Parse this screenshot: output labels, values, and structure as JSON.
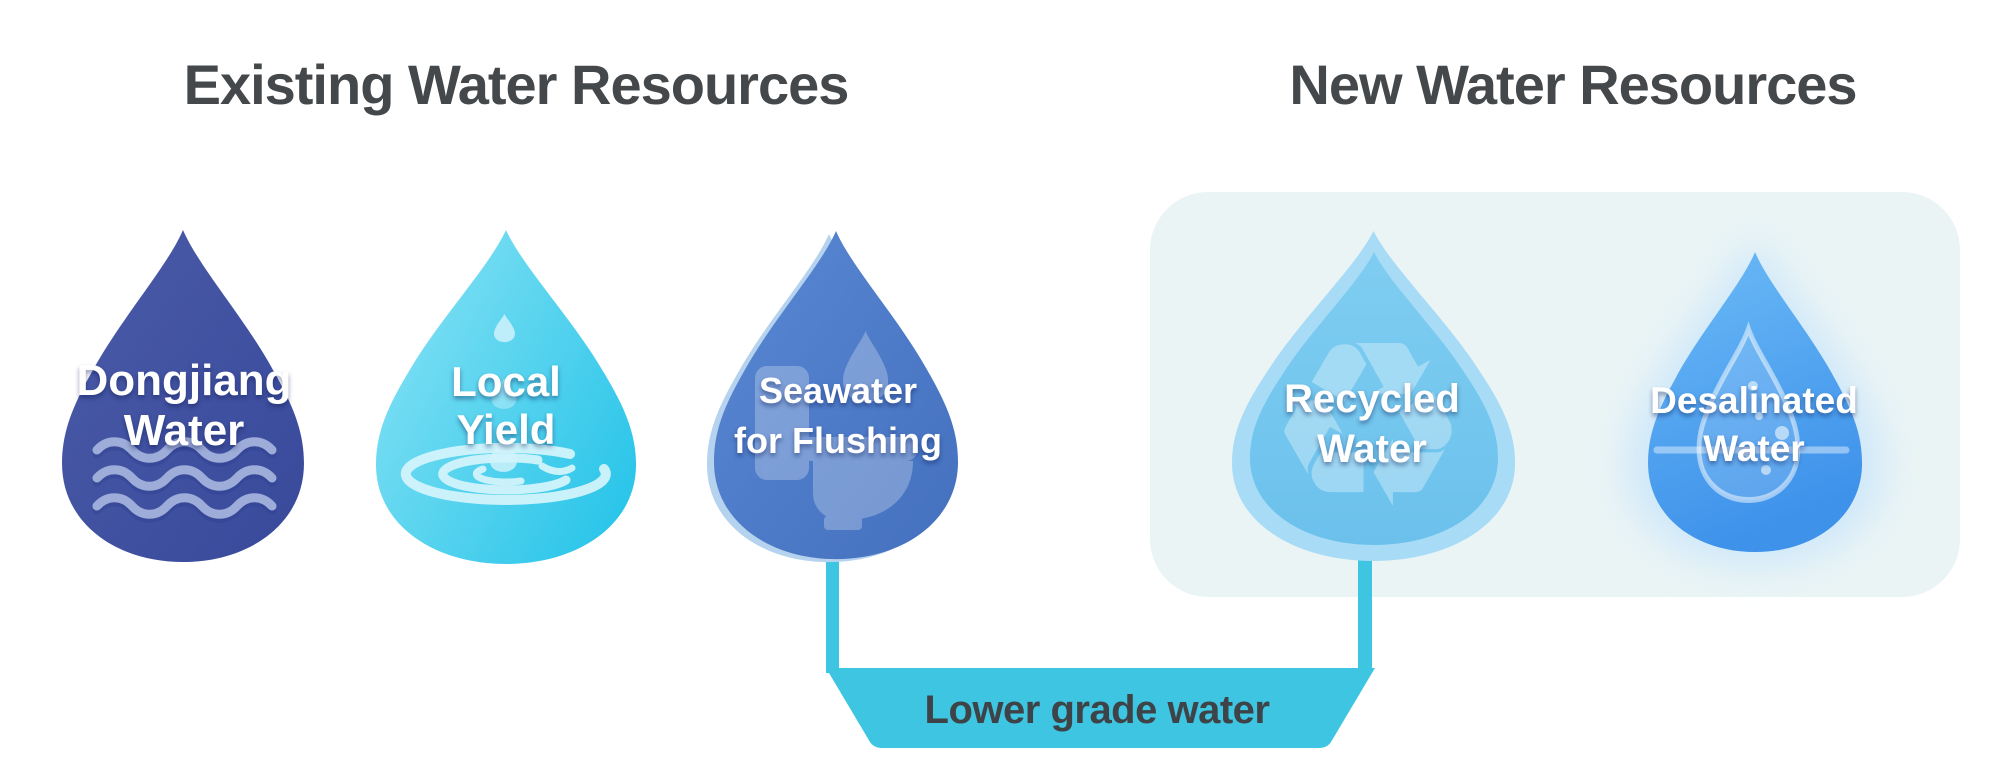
{
  "titles": {
    "existing": "Existing Water Resources",
    "new": "New Water Resources"
  },
  "droplets": [
    {
      "name": "dongjiang-water",
      "line1": "Dongjiang",
      "line2": "Water",
      "icon": "waves-icon",
      "color": "#3E4F9F"
    },
    {
      "name": "local-yield",
      "line1": "Local",
      "line2": "Yield",
      "icon": "ripple-drop-icon",
      "color": "#3FCDEB"
    },
    {
      "name": "seawater-for-flushing",
      "line1": "Seawater",
      "line2": "for Flushing",
      "icon": "toilet-icon",
      "color": "#4C7CCA"
    },
    {
      "name": "recycled-water",
      "line1": "Recycled",
      "line2": "Water",
      "icon": "recycle-icon",
      "color": "#74C7EE"
    },
    {
      "name": "desalinated-water",
      "line1": "Desalinated",
      "line2": "Water",
      "icon": "desalination-drop-icon",
      "color": "#4BA0EE"
    }
  ],
  "connector": {
    "label": "Lower grade water",
    "color": "#3EC5E2"
  },
  "icons": {
    "recycle_glyph": "♻"
  },
  "colors": {
    "title_text": "#45484B",
    "panel_bg": "#EAF4F5",
    "band_text": "#3D4347",
    "label_text": "#FFFFFF",
    "dongjiang_wave": "#9DACD8",
    "local_yield_ripple": "#D2F3FB"
  }
}
